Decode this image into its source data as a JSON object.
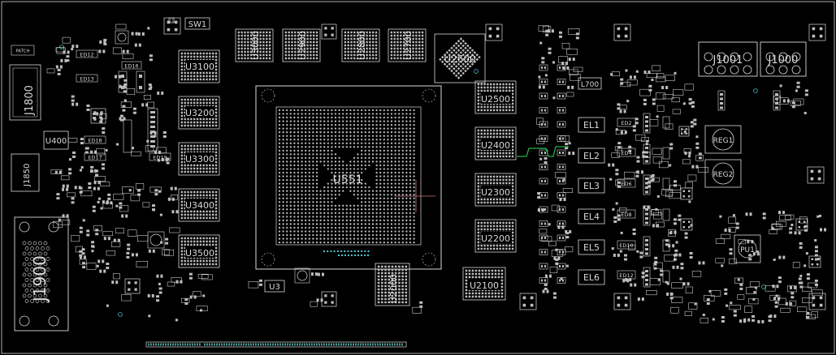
{
  "colors": {
    "background": "#000000",
    "silkscreen": "#d9d9d9",
    "pad": "#bdbdbd",
    "trace": "#21b34a",
    "pin1_marker": "#4fc3c9",
    "crosshair": "#c97a86",
    "edge_connector": "#4f9a94"
  },
  "labels": {
    "gpu": "U551",
    "hbm_top": [
      "U3000",
      "U2900",
      "U2800",
      "U2700"
    ],
    "u2600": "U2600",
    "mem_left": [
      "U3100",
      "U3200",
      "U3300",
      "U3400",
      "U3500"
    ],
    "mem_right": [
      "U2500",
      "U2400",
      "U2300",
      "U2200"
    ],
    "u2100": "U2100",
    "u2000": "U2000",
    "u3": "U3",
    "j1800": "J1800",
    "j1850": "J1850",
    "j1900": "J1900",
    "u400": "U400",
    "sw1": "SW1",
    "l700": "L700",
    "j1001": "J1001",
    "j1000": "J1000",
    "reg1": "REG1",
    "reg2": "REG2",
    "pu1": "PU1",
    "inductors": [
      "EL1",
      "EL2",
      "EL3",
      "EL4",
      "EL5",
      "EL6"
    ],
    "small": {
      "ed18": "ED18",
      "ed17": "ED17",
      "ed19": "ED19",
      "ed12": "ED12",
      "ed13": "ED13",
      "ed16": "ED16",
      "patch": "PATCH"
    },
    "phase_labels": [
      "ED2",
      "ED4",
      "ED6",
      "ED8",
      "ED10",
      "ED12"
    ]
  }
}
